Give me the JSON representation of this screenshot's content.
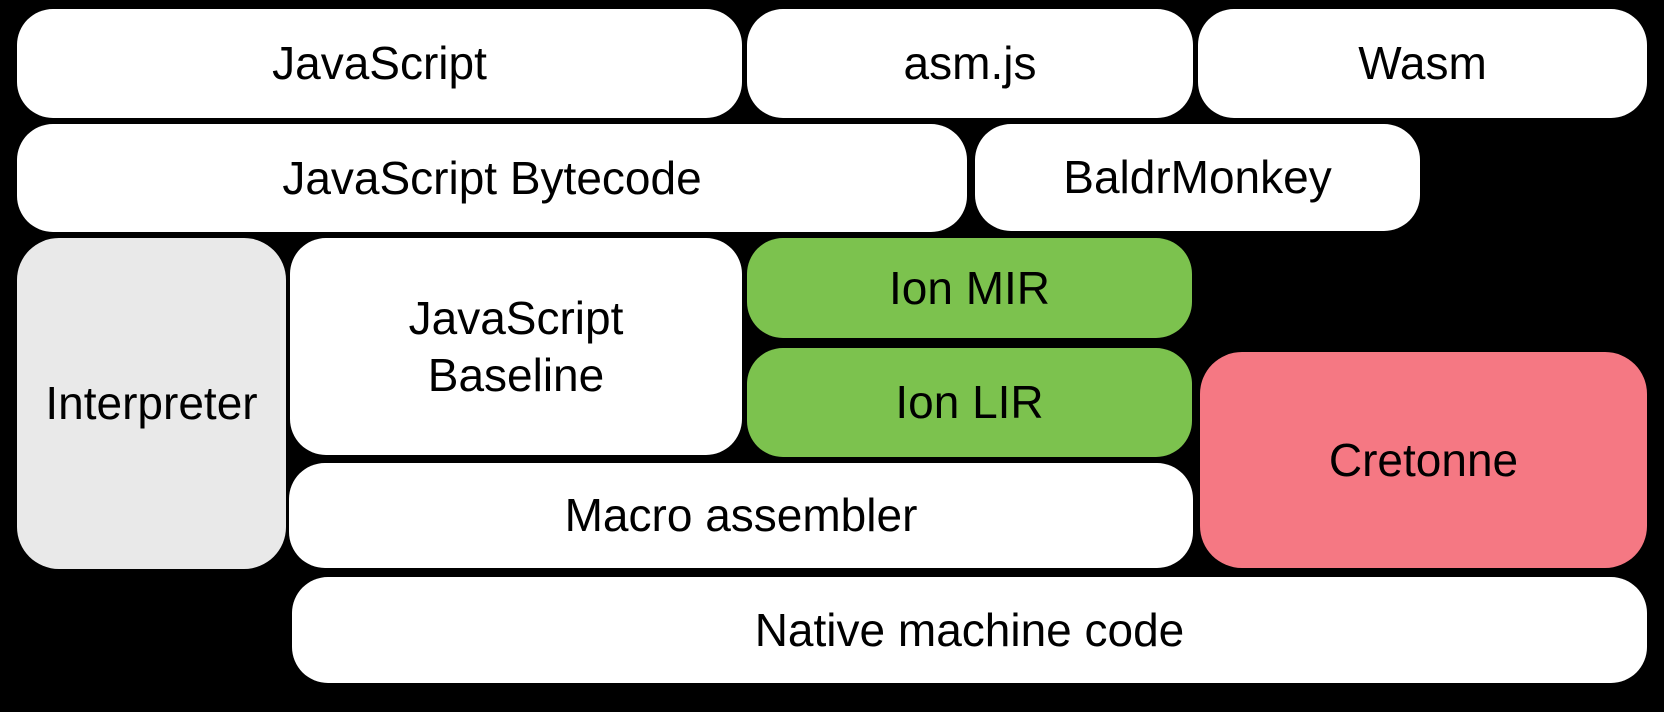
{
  "diagram": {
    "background_color": "#000000",
    "text_color": "#000000",
    "colors": {
      "node_default": "#ffffff",
      "node_muted": "#e9e9e9",
      "node_green": "#7cc24e",
      "node_pink": "#f57883"
    },
    "nodes": {
      "javascript": {
        "label": "JavaScript"
      },
      "asmjs": {
        "label": "asm.js"
      },
      "wasm": {
        "label": "Wasm"
      },
      "js_bytecode": {
        "label": "JavaScript Bytecode"
      },
      "baldrmonkey": {
        "label": "BaldrMonkey"
      },
      "interpreter": {
        "label": "Interpreter"
      },
      "js_baseline": {
        "label": "JavaScript\nBaseline"
      },
      "ion_mir": {
        "label": "Ion MIR"
      },
      "ion_lir": {
        "label": "Ion LIR"
      },
      "cretonne": {
        "label": "Cretonne"
      },
      "macro_assembler": {
        "label": "Macro assembler"
      },
      "native_machine_code": {
        "label": "Native machine code"
      }
    }
  }
}
